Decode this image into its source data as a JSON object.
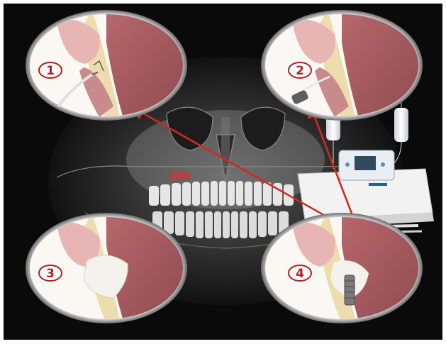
{
  "colors": {
    "background": "#0a0a0a",
    "lens_border": "#ffffff",
    "gum": "#c98a8e",
    "bone": "#ecdcae",
    "sinus": "#a35a5e",
    "arrow": "#d12a1f",
    "label": "#b11e1e",
    "graft": "#f4f2ec"
  },
  "panels": [
    {
      "label": "1",
      "icon": "surgical-instrument-icon"
    },
    {
      "label": "2",
      "icon": "irrigation-tip-icon"
    },
    {
      "label": "3",
      "icon": "bone-graft-icon"
    },
    {
      "label": "4",
      "icon": "dental-implant-icon"
    }
  ],
  "center": {
    "icon": "skull-xray-icon"
  },
  "device": {
    "icon": "surgical-unit-icon"
  }
}
